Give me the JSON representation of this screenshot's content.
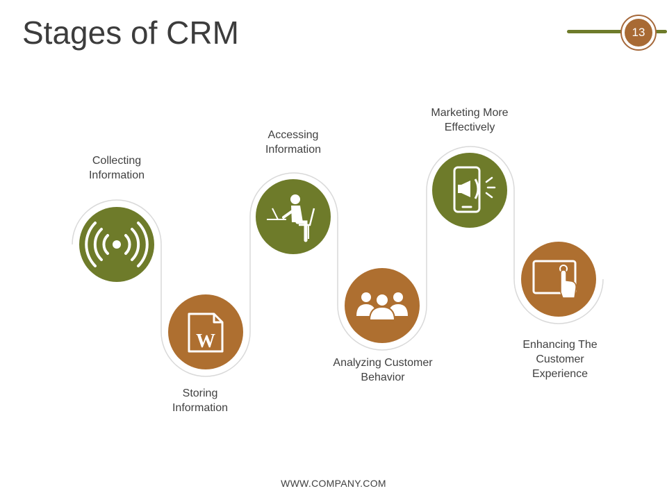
{
  "slide": {
    "title": "Stages of CRM",
    "page_number": "13",
    "footer": "WWW.COMPANY.COM"
  },
  "colors": {
    "green": "#6e7b2a",
    "brown": "#ae6f30",
    "connector": "#d9d9d9"
  },
  "stages": [
    {
      "label": "Collecting Information",
      "label_lines": [
        "Collecting",
        "Information"
      ],
      "icon": "wireless-signal-icon",
      "color": "green"
    },
    {
      "label": "Storing Information",
      "label_lines": [
        "Storing",
        "Information"
      ],
      "icon": "word-document-icon",
      "color": "brown"
    },
    {
      "label": "Accessing Information",
      "label_lines": [
        "Accessing",
        "Information"
      ],
      "icon": "person-at-laptop-icon",
      "color": "green"
    },
    {
      "label": "Analyzing Customer Behavior",
      "label_lines": [
        "Analyzing Customer",
        "Behavior"
      ],
      "icon": "customer-group-icon",
      "color": "brown"
    },
    {
      "label": "Marketing More Effectively",
      "label_lines": [
        "Marketing More",
        "Effectively"
      ],
      "icon": "mobile-megaphone-icon",
      "color": "green"
    },
    {
      "label": "Enhancing The Customer Experience",
      "label_lines": [
        "Enhancing The",
        "Customer",
        "Experience"
      ],
      "icon": "touch-screen-icon",
      "color": "brown"
    }
  ]
}
